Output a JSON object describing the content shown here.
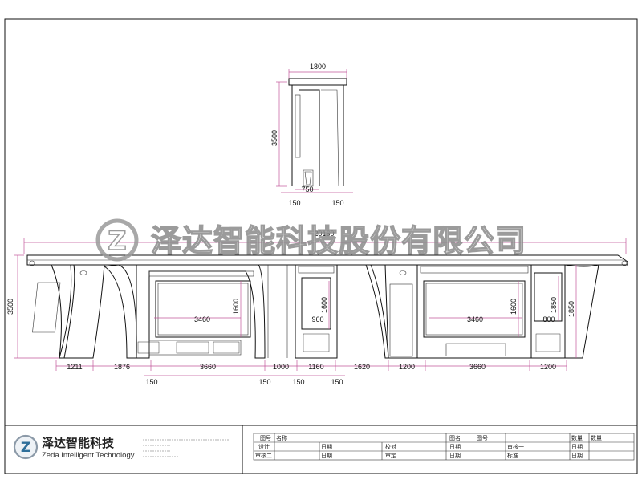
{
  "top_view": {
    "width_label": "1800",
    "height_label": "3500",
    "depth_label": "750",
    "left_offset": "150",
    "right_offset": "150"
  },
  "front_view": {
    "total_width": "20160",
    "height_left": "3500",
    "segments": [
      "1211",
      "1876",
      "3660",
      "1000",
      "1160",
      "1620",
      "1200",
      "3660",
      "1200"
    ],
    "offsets": [
      "150",
      "150",
      "150",
      "150"
    ],
    "panel_heights": [
      "1600",
      "1600",
      "1600",
      "1850"
    ],
    "panel_widths": [
      "3460",
      "960",
      "3460",
      "800"
    ]
  },
  "watermark": "泽达智能科技股份有限公司",
  "company": {
    "name_cn": "泽达智能科技",
    "name_en": "Zeda Intelligent Technology"
  },
  "title_block": {
    "row1": [
      "图号",
      "名称",
      "图名",
      "图号",
      "数量",
      "数量"
    ],
    "row2": [
      "设计",
      "日期",
      "校对",
      "日期",
      "审核一",
      "日期"
    ],
    "row3": [
      "审核二",
      "日期",
      "审定",
      "日期",
      "标准",
      "日期"
    ]
  }
}
